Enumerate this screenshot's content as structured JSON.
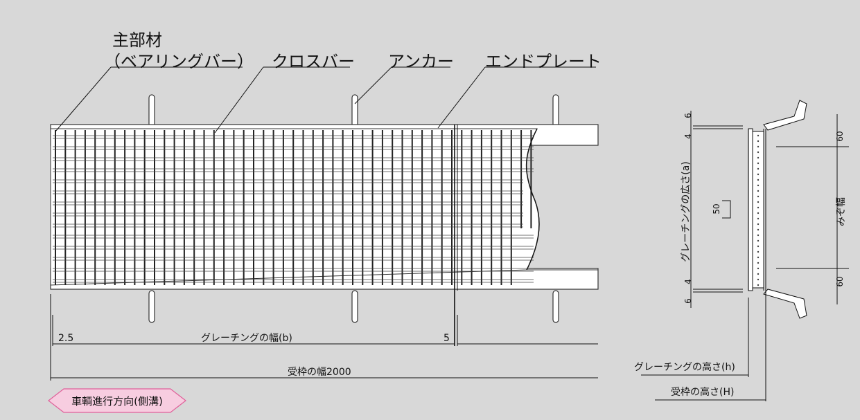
{
  "labels": {
    "main_member_1": "主部材",
    "main_member_2": "（ベアリングバー）",
    "cross_bar": "クロスバー",
    "anchor": "アンカー",
    "end_plate": "エンドプレート",
    "dim_left": "2.5",
    "grating_width": "グレーチングの幅(b)",
    "dim_right": "5",
    "frame_width": "受枠の幅2000",
    "direction": "車輌進行方向(側溝)",
    "grating_height": "グレーチングの高さ(h)",
    "frame_height": "受枠の高さ(H)",
    "grating_spread": "グレーチングの広さ(a)",
    "ditch_width": "みぞ幅",
    "dim_6_top": "6",
    "dim_4_top": "4",
    "dim_4_bottom": "4",
    "dim_6_bottom": "6",
    "dim_50": "50",
    "dim_60_top": "60",
    "dim_60_bottom": "60"
  },
  "colors": {
    "background": "#d8d8d8",
    "direction_badge": "#f7cde0",
    "direction_border": "#e0609a"
  }
}
